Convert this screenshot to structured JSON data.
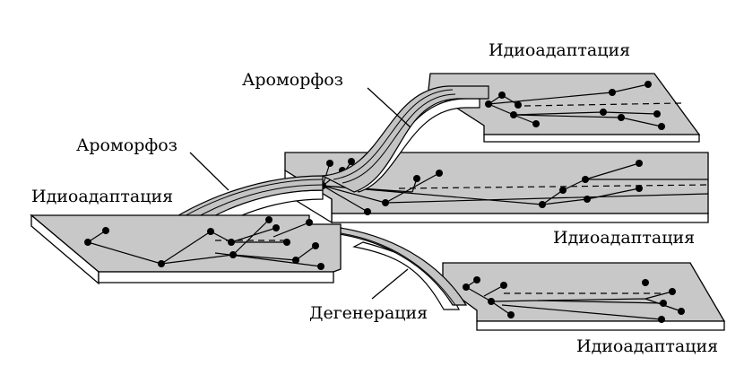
{
  "labels": {
    "idioadaptation_top_right": "Идиоадаптация",
    "aromorphosis_upper": "Ароморфоз",
    "aromorphosis_lower": "Ароморфоз",
    "idioadaptation_left": "Идиоадаптация",
    "idioadaptation_middle_right": "Идиоадаптация",
    "degeneration": "Дегенерация",
    "idioadaptation_bottom_right": "Идиоадаптация"
  }
}
